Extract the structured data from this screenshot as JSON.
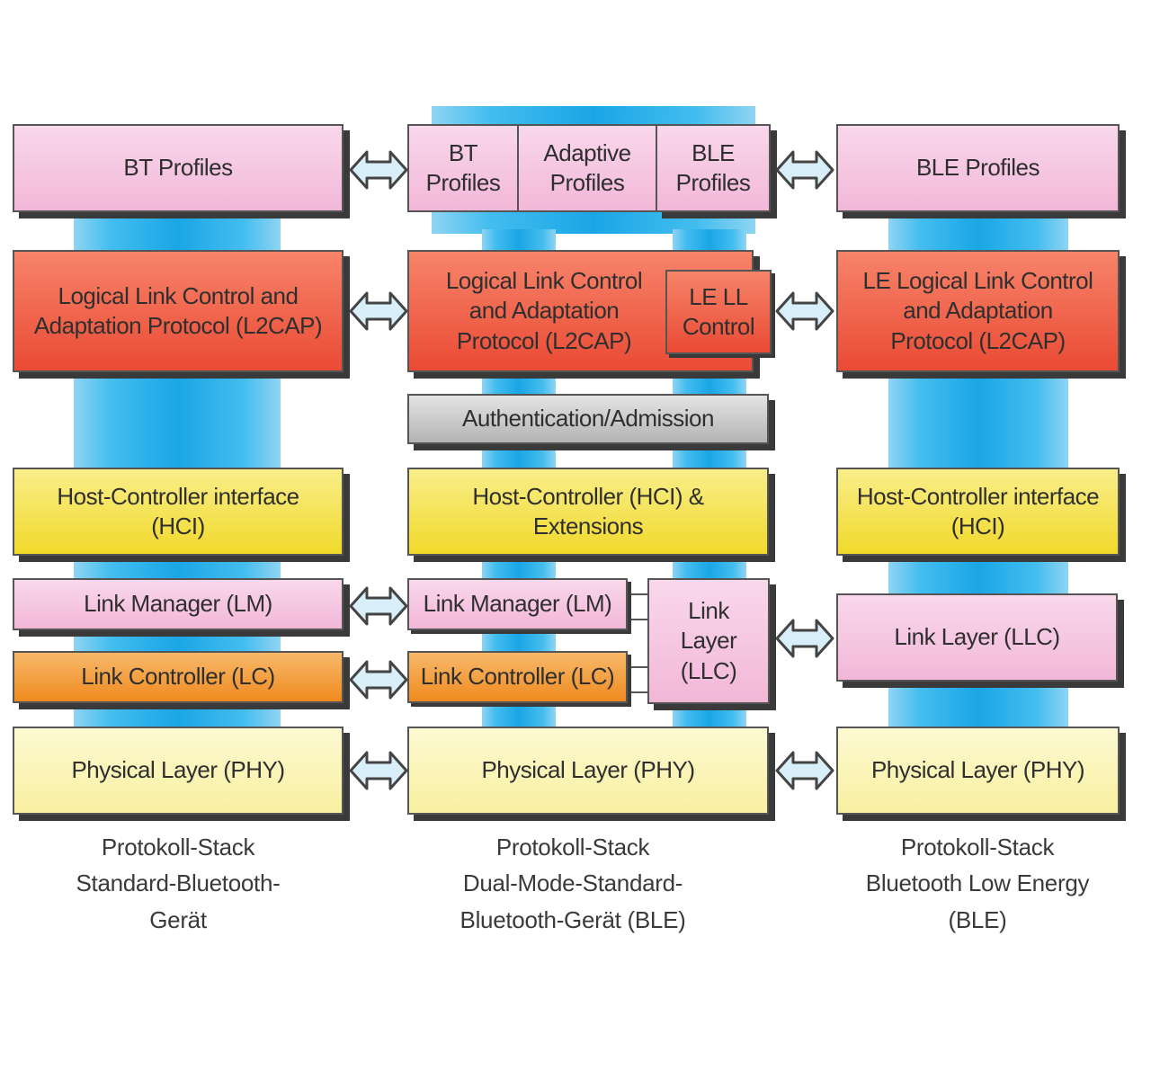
{
  "left": {
    "profiles": "BT Profiles",
    "l2cap_line1": "Logical Link Control and",
    "l2cap_line2": "Adaptation Protocol (L2CAP)",
    "hci_line1": "Host-Controller interface",
    "hci_line2": "(HCI)",
    "lm": "Link Manager (LM)",
    "lc": "Link Controller (LC)",
    "phy": "Physical Layer (PHY)",
    "caption": [
      "Protokoll-Stack",
      "Standard-Bluetooth-",
      "Gerät"
    ]
  },
  "center": {
    "bt_profiles": [
      "BT",
      "Profiles"
    ],
    "adaptive_profiles": [
      "Adaptive",
      "Profiles"
    ],
    "ble_profiles": [
      "BLE",
      "Profiles"
    ],
    "l2cap": [
      "Logical Link Control",
      "and Adaptation",
      "Protocol (L2CAP)"
    ],
    "le_ll_control": [
      "LE LL",
      "Control"
    ],
    "auth": "Authentication/Admission",
    "hci": [
      "Host-Controller (HCI) &",
      "Extensions"
    ],
    "lm": "Link Manager (LM)",
    "lc": "Link Controller (LC)",
    "link_layer": [
      "Link",
      "Layer",
      "(LLC)"
    ],
    "phy": "Physical Layer (PHY)",
    "caption": [
      "Protokoll-Stack",
      "Dual-Mode-Standard-",
      "Bluetooth-Gerät (BLE)"
    ]
  },
  "right": {
    "profiles": "BLE Profiles",
    "l2cap": [
      "LE Logical Link Control",
      "and Adaptation",
      "Protocol (L2CAP)"
    ],
    "hci_line1": "Host-Controller interface",
    "hci_line2": "(HCI)",
    "link_layer": "Link Layer (LLC)",
    "phy": "Physical Layer (PHY)",
    "caption": [
      "Protokoll-Stack",
      "Bluetooth Low Energy",
      "(BLE)"
    ]
  },
  "colors": {
    "pillar_blue": "#1aa6e6",
    "profile_pink": "#f2b7d8",
    "l2cap_red": "#ea4a34",
    "hci_yellow": "#f1d92a",
    "lc_orange": "#ef8a1f",
    "phy_cream": "#f8f09f",
    "auth_gray": "#b3b3b3"
  },
  "icons": [
    "double-arrow-icon"
  ]
}
